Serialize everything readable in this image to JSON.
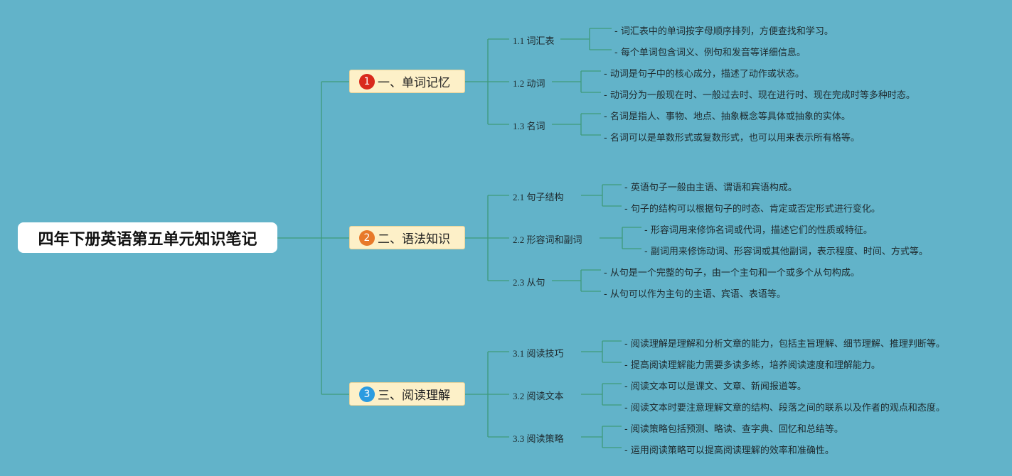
{
  "title": "四年下册英语第五单元知识笔记",
  "colors": {
    "background": "#62b3c9",
    "line": "#3f9a7a",
    "badge1": "#d9291c",
    "badge2": "#e8792a",
    "badge3": "#2b9be0"
  },
  "branches": [
    {
      "num": "1",
      "label": "一、单词记忆",
      "subs": [
        {
          "label": "1.1 词汇表",
          "leaves": [
            "- 词汇表中的单词按字母顺序排列，方便查找和学习。",
            "- 每个单词包含词义、例句和发音等详细信息。"
          ]
        },
        {
          "label": "1.2 动词",
          "leaves": [
            "- 动词是句子中的核心成分，描述了动作或状态。",
            "- 动词分为一般现在时、一般过去时、现在进行时、现在完成时等多种时态。"
          ]
        },
        {
          "label": "1.3 名词",
          "leaves": [
            "- 名词是指人、事物、地点、抽象概念等具体或抽象的实体。",
            "- 名词可以是单数形式或复数形式，也可以用来表示所有格等。"
          ]
        }
      ]
    },
    {
      "num": "2",
      "label": "二、语法知识",
      "subs": [
        {
          "label": "2.1 句子结构",
          "leaves": [
            "- 英语句子一般由主语、谓语和宾语构成。",
            "- 句子的结构可以根据句子的时态、肯定或否定形式进行变化。"
          ]
        },
        {
          "label": "2.2 形容词和副词",
          "leaves": [
            "- 形容词用来修饰名词或代词，描述它们的性质或特征。",
            "- 副词用来修饰动词、形容词或其他副词，表示程度、时间、方式等。"
          ]
        },
        {
          "label": "2.3 从句",
          "leaves": [
            "- 从句是一个完整的句子，由一个主句和一个或多个从句构成。",
            "- 从句可以作为主句的主语、宾语、表语等。"
          ]
        }
      ]
    },
    {
      "num": "3",
      "label": "三、阅读理解",
      "subs": [
        {
          "label": "3.1 阅读技巧",
          "leaves": [
            "- 阅读理解是理解和分析文章的能力，包括主旨理解、细节理解、推理判断等。",
            "- 提高阅读理解能力需要多读多练，培养阅读速度和理解能力。"
          ]
        },
        {
          "label": "3.2 阅读文本",
          "leaves": [
            "- 阅读文本可以是课文、文章、新闻报道等。",
            "- 阅读文本时要注意理解文章的结构、段落之间的联系以及作者的观点和态度。"
          ]
        },
        {
          "label": "3.3 阅读策略",
          "leaves": [
            "- 阅读策略包括预测、略读、查字典、回忆和总结等。",
            "- 运用阅读策略可以提高阅读理解的效率和准确性。"
          ]
        }
      ]
    }
  ]
}
